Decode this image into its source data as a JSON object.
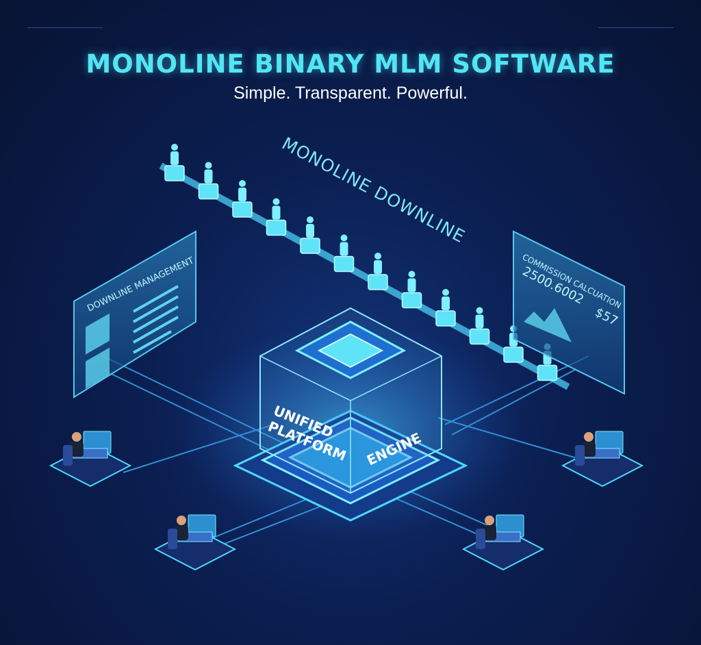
{
  "header": {
    "title": "MONOLINE BINARY MLM SOFTWARE",
    "subtitle": "Simple. Transparent. Powerful."
  },
  "chain": {
    "label": "MONOLINE DOWNLINE",
    "member_count": 12
  },
  "left_panel": {
    "title": "DOWNLINE MANAGEMENT"
  },
  "right_panel": {
    "title": "COMMISSION CALCUATION",
    "value": "2500.6002",
    "amount": "$57"
  },
  "core": {
    "label_line1": "UNIFIED",
    "label_line2": "PLATFORM",
    "label_engine": "ENGINE"
  },
  "colors": {
    "accent": "#52e6f5",
    "background": "#0b1f52",
    "glow": "#3fb8ff"
  }
}
